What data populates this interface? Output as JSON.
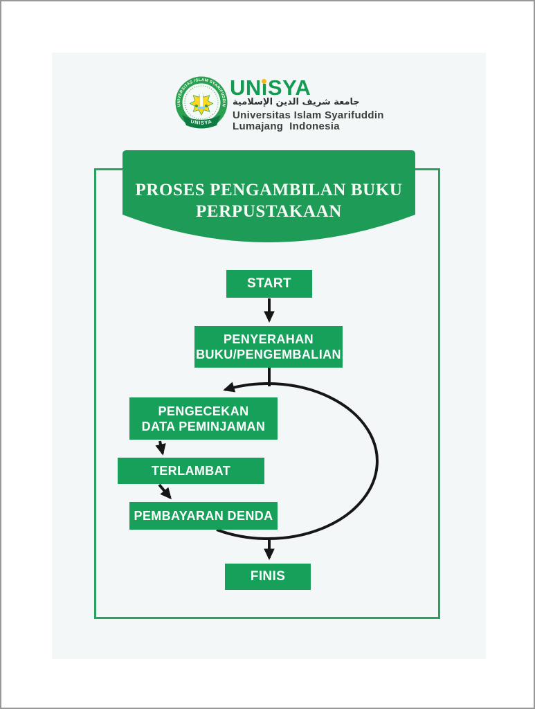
{
  "logo": {
    "wordmark_un": "UN",
    "wordmark_i": "i",
    "wordmark_sya": "SYA",
    "arabic_name": "جامعة شريف الدين الإسلامية",
    "university_line1": "Universitas Islam Syarifuddin",
    "university_line2": "Lumajang  Indonesia",
    "emblem_ring_text": "UNIVERSITAS ISLAM SYARIFUDDIN",
    "emblem_ribbon_text": "UNISYA"
  },
  "banner": {
    "title_line1": "PROSES PENGAMBILAN BUKU",
    "title_line2": "PERPUSTAKAAN"
  },
  "flowchart": {
    "nodes": [
      {
        "id": "start",
        "line1": "START"
      },
      {
        "id": "penyerahan",
        "line1": "PENYERAHAN",
        "line2": "BUKU/PENGEMBALIAN"
      },
      {
        "id": "pengecekan",
        "line1": "PENGECEKAN",
        "line2": "DATA PEMINJAMAN"
      },
      {
        "id": "terlambat",
        "line1": "TERLAMBAT"
      },
      {
        "id": "pembayaran",
        "line1": "PEMBAYARAN DENDA"
      },
      {
        "id": "finis",
        "line1": "FINIS"
      }
    ],
    "edges": [
      {
        "from": "start",
        "to": "penyerahan",
        "style": "straight-arrow"
      },
      {
        "from": "penyerahan",
        "to": "pengecekan",
        "style": "curved-loop-arrow"
      },
      {
        "from": "pengecekan",
        "to": "terlambat",
        "style": "short-arrow"
      },
      {
        "from": "terlambat",
        "to": "pembayaran",
        "style": "short-diagonal-arrow"
      },
      {
        "from": "pembayaran",
        "to": "finis",
        "style": "curved-loop-arrow"
      }
    ]
  },
  "colors": {
    "node_green": "#17a05a",
    "banner_green": "#1d9b57",
    "frame_border_green": "#28a260",
    "arrow_black": "#161616",
    "page_background": "#f4f7f8",
    "wordmark_green": "#149a53",
    "i_dot_yellow": "#f2b91d",
    "emblem_ring_green": "#2aa050",
    "emblem_star_yellow": "#ffd81f"
  }
}
